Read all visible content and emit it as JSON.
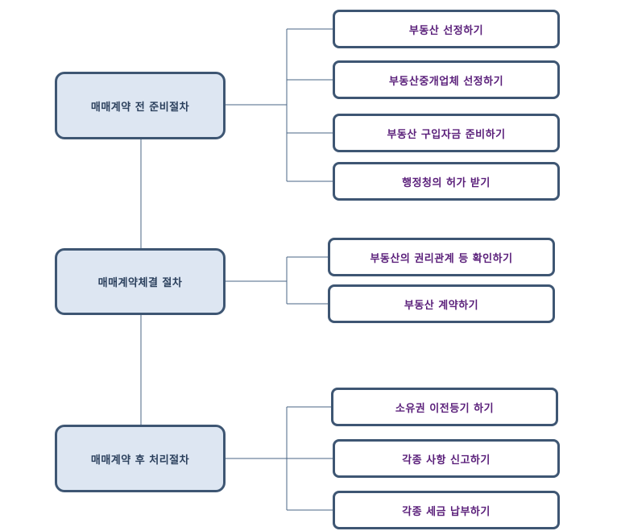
{
  "stages": [
    {
      "label": "매매계약 전 준비절차",
      "tasks": [
        "부동산 선정하기",
        "부동산중개업체 선정하기",
        "부동산 구입자금 준비하기",
        "행정청의 허가 받기"
      ]
    },
    {
      "label": "매매계약체결 절차",
      "tasks": [
        "부동산의 권리관계 등 확인하기",
        "부동산 계약하기"
      ]
    },
    {
      "label": "매매계약 후 처리절차",
      "tasks": [
        "소유권 이전등기 하기",
        "각종 사항 신고하기",
        "각종 세금 납부하기"
      ]
    }
  ],
  "colors": {
    "stage_fill": "#dde6f2",
    "border": "#3e5673",
    "stage_text": "#2a3f5c",
    "task_text": "#5a1f7a",
    "line": "#4a6585"
  }
}
